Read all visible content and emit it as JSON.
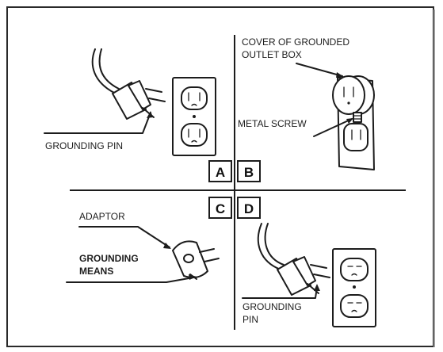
{
  "labels": {
    "grounding_pin_a": "GROUNDING PIN",
    "cover_line1": "COVER OF GROUNDED",
    "cover_line2": "OUTLET BOX",
    "metal_screw": "METAL SCREW",
    "adaptor": "ADAPTOR",
    "grounding_means_line1": "GROUNDING",
    "grounding_means_line2": "MEANS",
    "grounding_pin_d_line1": "GROUNDING",
    "grounding_pin_d_line2": "PIN"
  },
  "panels": {
    "a": "A",
    "b": "B",
    "c": "C",
    "d": "D"
  },
  "colors": {
    "ink": "#1c1c1c",
    "background": "#ffffff",
    "frame_shadow": "#9a9a9a"
  }
}
